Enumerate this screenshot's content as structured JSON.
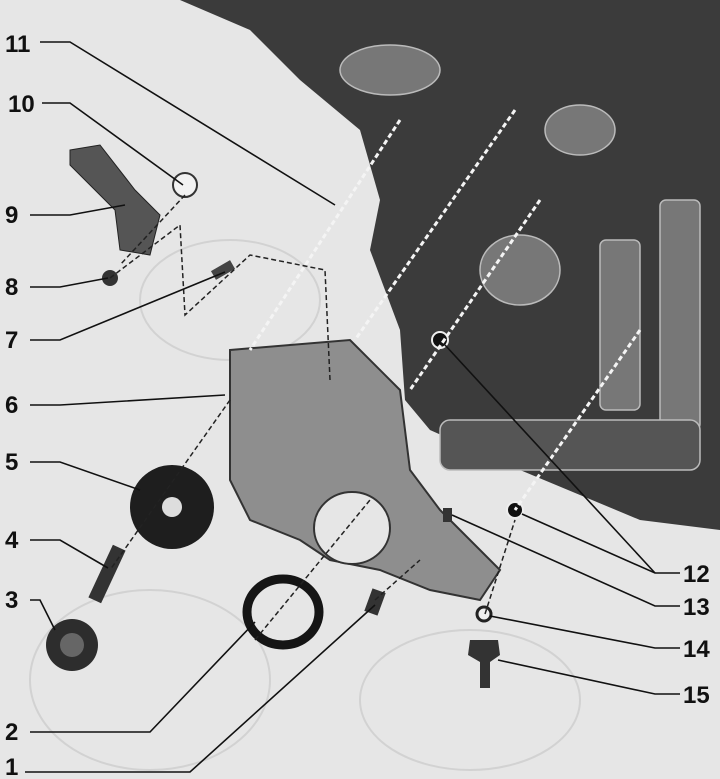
{
  "diagram": {
    "title": "Exploded view of engine front timing cover assembly",
    "callouts": [
      {
        "number": "1"
      },
      {
        "number": "2"
      },
      {
        "number": "3"
      },
      {
        "number": "4"
      },
      {
        "number": "5"
      },
      {
        "number": "6"
      },
      {
        "number": "7"
      },
      {
        "number": "8"
      },
      {
        "number": "9"
      },
      {
        "number": "10"
      },
      {
        "number": "11"
      },
      {
        "number": "12"
      },
      {
        "number": "13"
      },
      {
        "number": "14"
      },
      {
        "number": "15"
      }
    ],
    "colors": {
      "background": "#e6e6e6",
      "engine": "#3a3a3a",
      "cover": "#8c8c8c",
      "ink": "#111111"
    }
  }
}
